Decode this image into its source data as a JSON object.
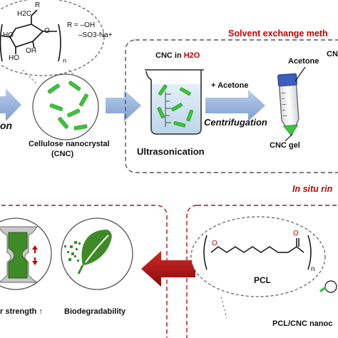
{
  "structure": {
    "r_label": "R",
    "ch2_label": "H2C",
    "o_label": "O",
    "ho_left": "HO",
    "oh_ring": "OH",
    "ho_bottom": "HO",
    "n_sub": "n",
    "r_def_1": "R = –OH",
    "r_def_2": "–SO3-Na+"
  },
  "cnc": {
    "label_line1": "Cellulose nanocrystal",
    "label_line2": "(CNC)"
  },
  "left_cut_label": "on",
  "solvent": {
    "title": "Solvent exchange meth",
    "cnc_in_h2o_prefix": "CNC in ",
    "cnc_in_h2o_suffix": "H2O",
    "cn_cut": "CN",
    "ultrasonication": "Ultrasonication",
    "plus_acetone": "+ Acetone",
    "centrifugation": "Centrifugation",
    "acetone": "Acetone",
    "cnc_gel": "CNC gel"
  },
  "insitu": {
    "title": "In situ rin",
    "pcl_label": "PCL",
    "n_sub": "n",
    "pcl_cnc_cut": "PCL/CNC nanoc"
  },
  "properties": {
    "strength_label": "r strength ↑",
    "biodegradability": "Biodegradability"
  },
  "colors": {
    "arrow_blue": "#8fb0dc",
    "red_arrow": "#b01010",
    "cnc_green": "#3cc43c",
    "red_text": "#c00000",
    "dark_green": "#3f8a28"
  }
}
